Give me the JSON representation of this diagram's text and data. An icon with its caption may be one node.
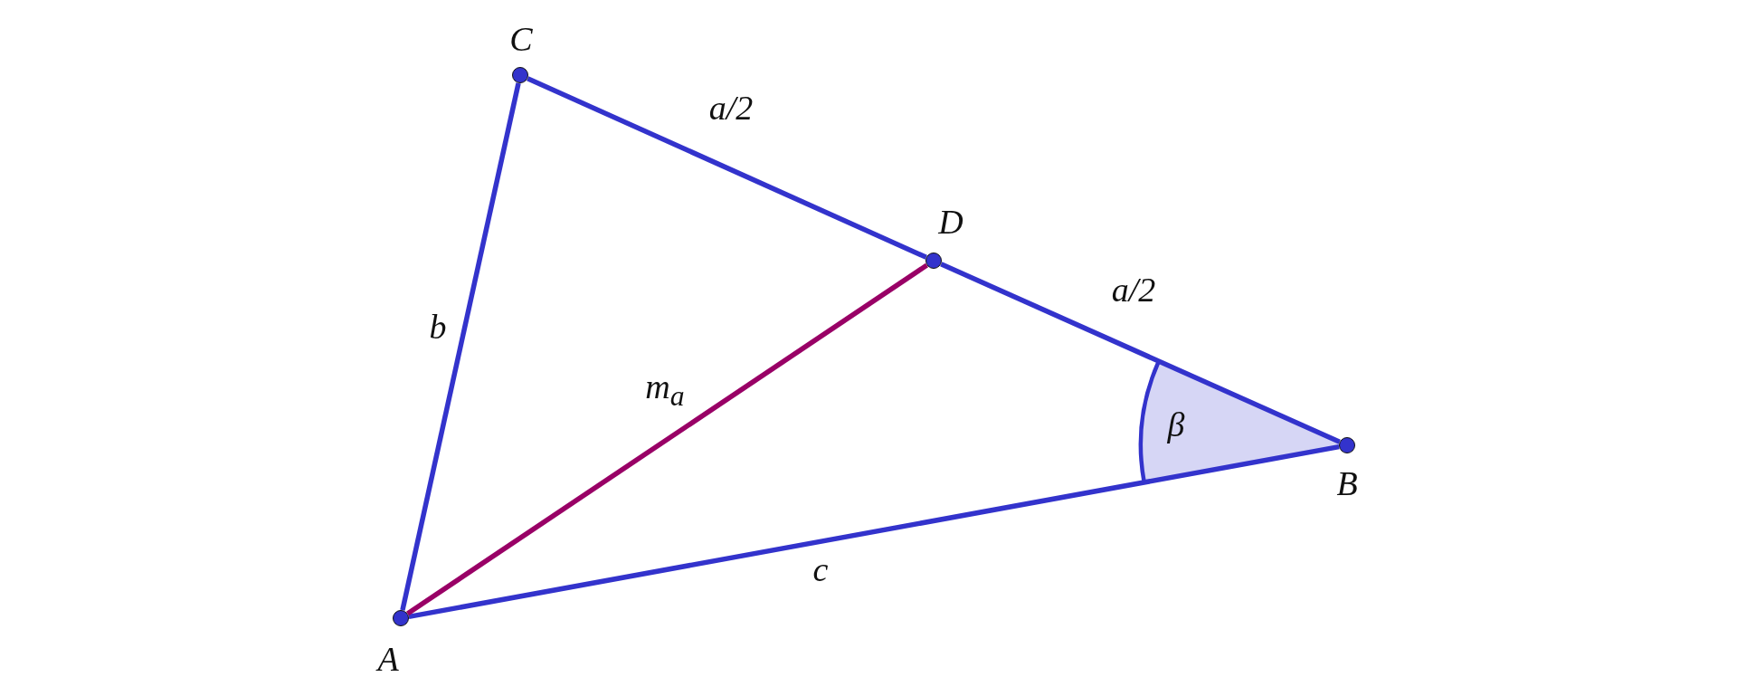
{
  "diagram": {
    "nodes": [
      {
        "text": [
          "C"
        ]
      },
      {
        "text": [
          "D"
        ]
      },
      {
        "text": [
          "B"
        ]
      },
      {
        "text": [
          "A"
        ]
      }
    ],
    "edges": [
      {
        "from": 3,
        "to": 0,
        "arrow": "none",
        "label": "b"
      },
      {
        "from": 0,
        "to": 1,
        "arrow": "none",
        "label": "a/2"
      },
      {
        "from": 1,
        "to": 2,
        "arrow": "none",
        "label": "a/2"
      },
      {
        "from": 3,
        "to": 2,
        "arrow": "none",
        "label": "c"
      },
      {
        "from": 3,
        "to": 1,
        "arrow": "none",
        "label": "m$_{a}$",
        "color": "#990066"
      }
    ],
    "labels": [
      "β"
    ]
  }
}
